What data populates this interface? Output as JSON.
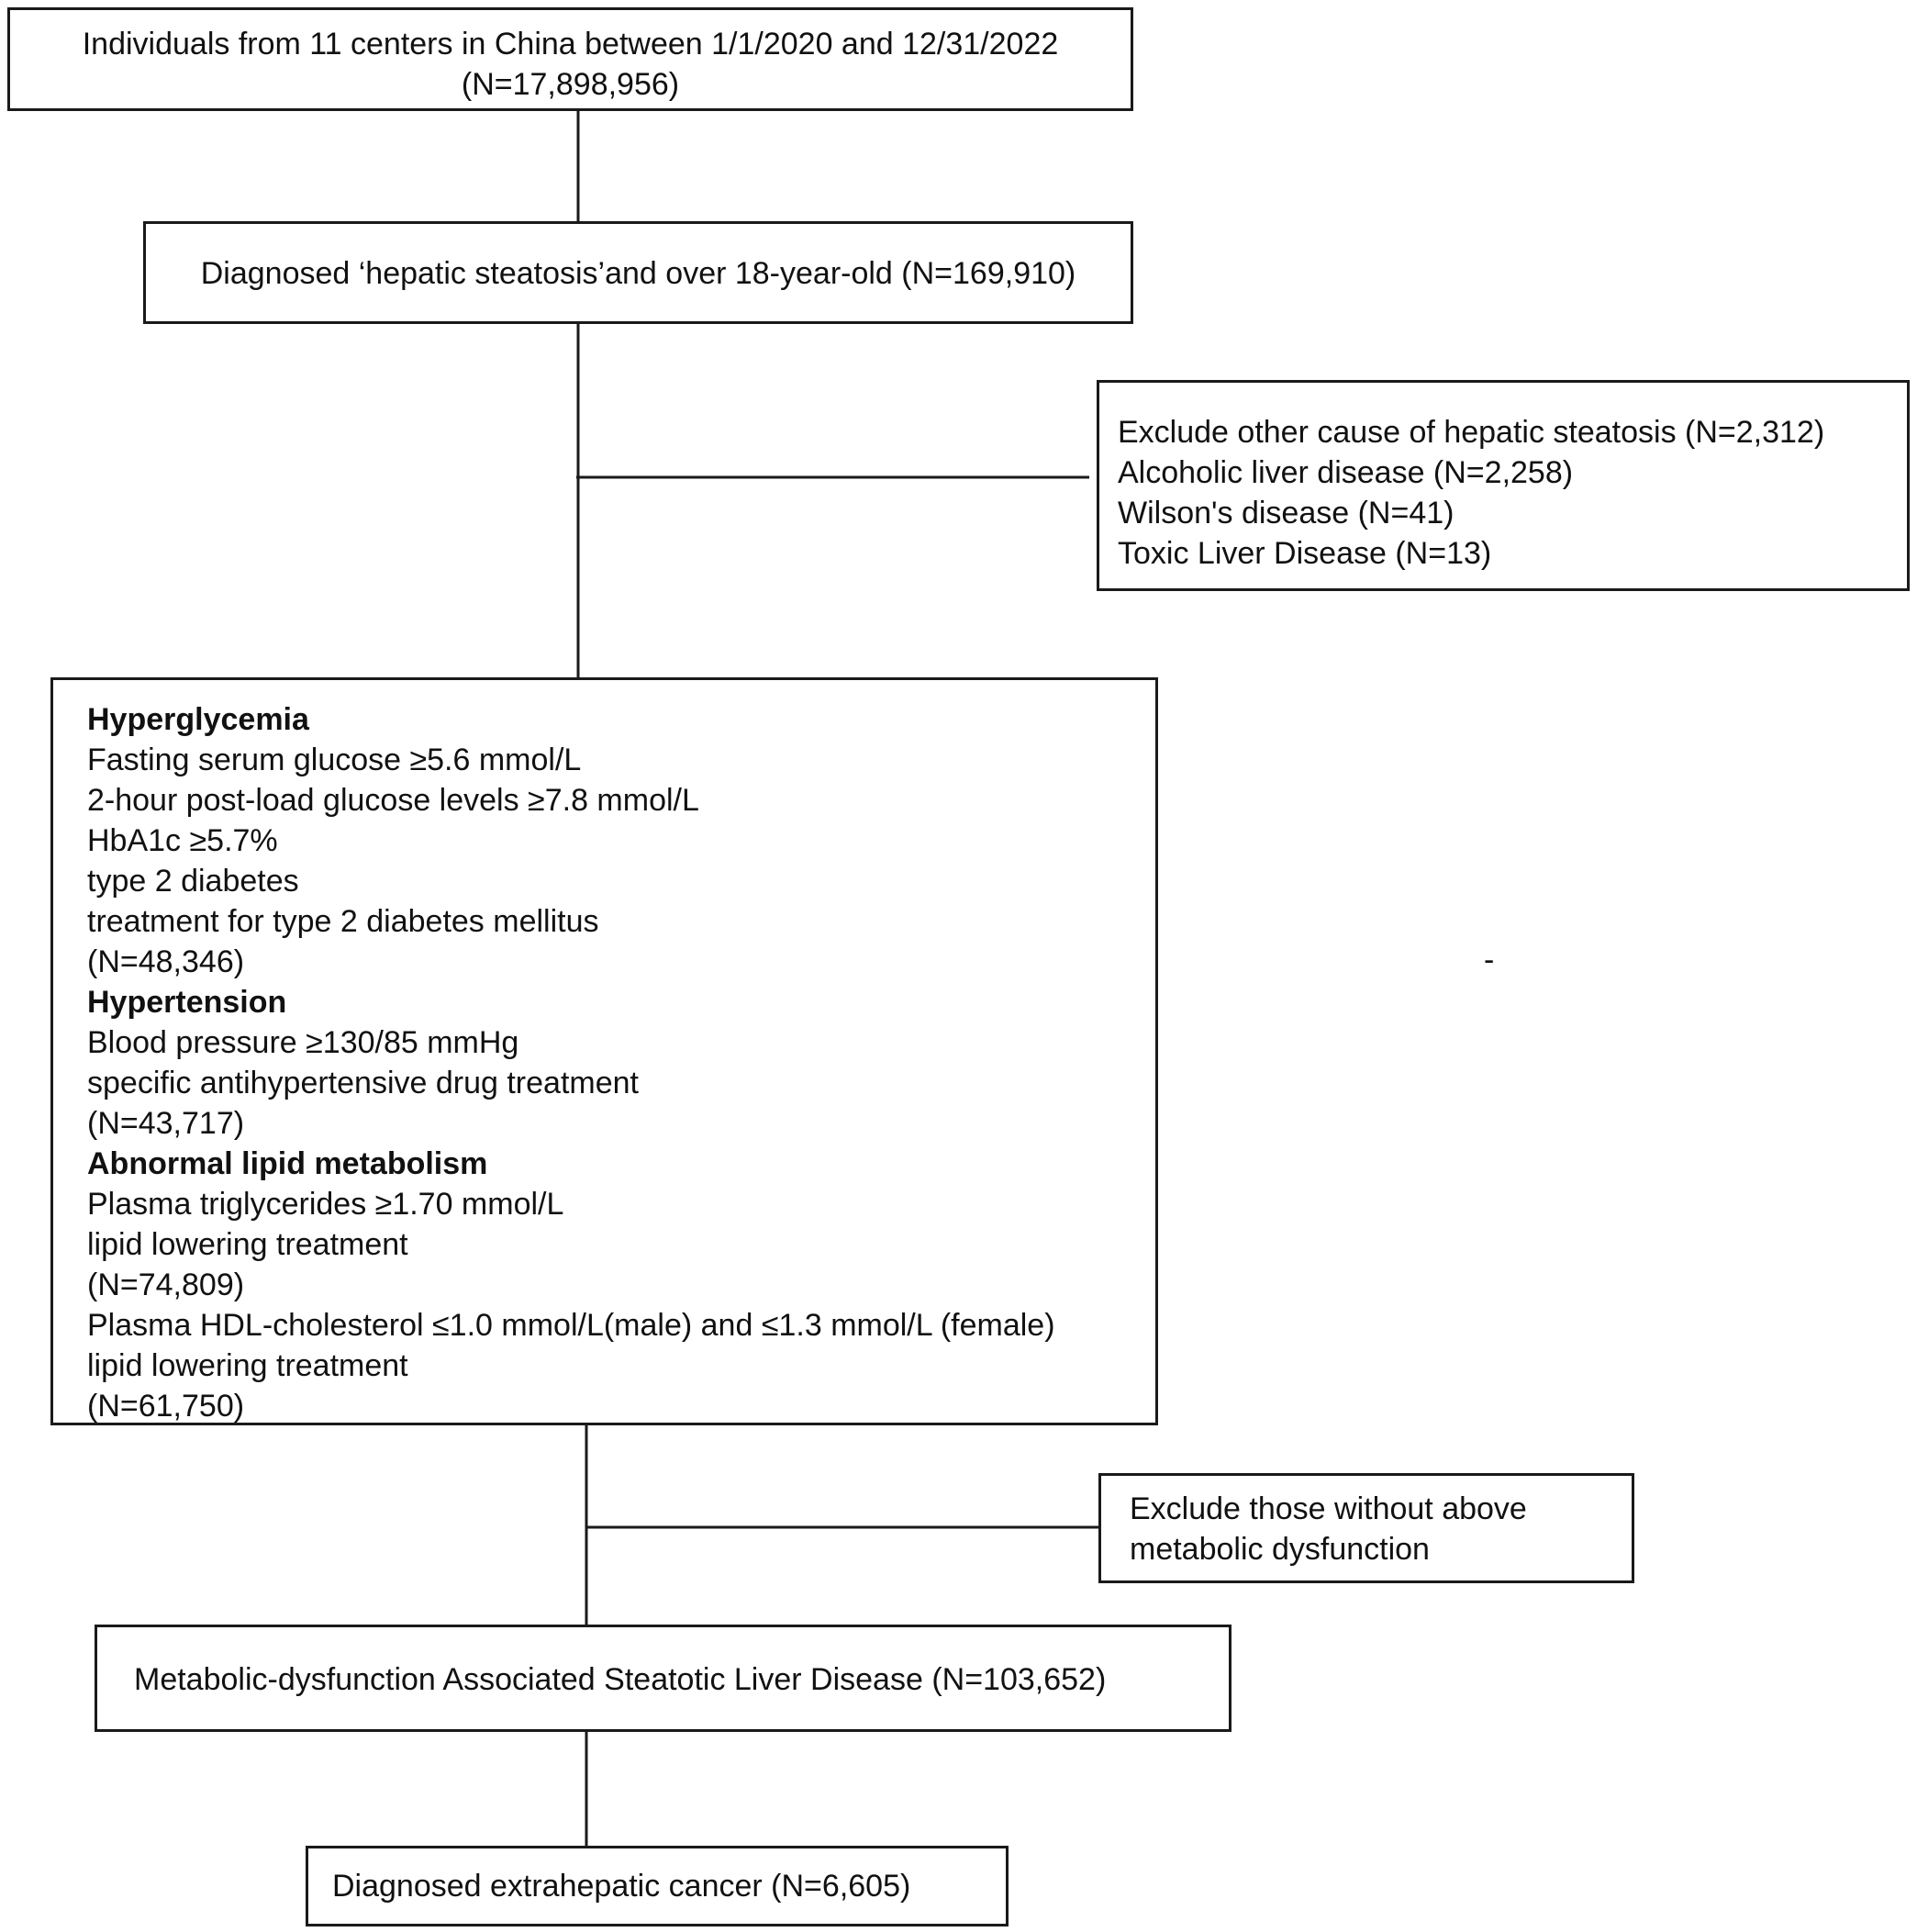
{
  "box1": {
    "line1": "Individuals from 11 centers in China between 1/1/2020 and 12/31/2022",
    "line2": "(N=17,898,956)"
  },
  "box2": {
    "text": "Diagnosed ‘hepatic steatosis’and over 18-year-old (N=169,910)"
  },
  "exclude1": {
    "title": "Exclude other cause of hepatic steatosis (N=2,312)",
    "items": [
      "Alcoholic liver disease (N=2,258)",
      "Wilson's disease (N=41)",
      "Toxic Liver Disease (N=13)"
    ]
  },
  "criteria": {
    "hyperglycemia": {
      "heading": "Hyperglycemia",
      "lines": [
        "Fasting serum glucose ≥5.6 mmol/L",
        "2-hour post-load glucose levels ≥7.8 mmol/L",
        "HbA1c ≥5.7%",
        "type 2 diabetes",
        "treatment for type 2 diabetes mellitus",
        "(N=48,346)"
      ]
    },
    "hypertension": {
      "heading": "Hypertension",
      "lines": [
        "Blood pressure ≥130/85 mmHg",
        "specific antihypertensive drug treatment",
        "(N=43,717)"
      ]
    },
    "lipid": {
      "heading": "Abnormal lipid metabolism",
      "lines": [
        "Plasma triglycerides ≥1.70 mmol/L",
        "lipid lowering treatment",
        "(N=74,809)",
        "Plasma HDL-cholesterol ≤1.0 mmol/L(male) and ≤1.3 mmol/L (female)",
        "lipid lowering treatment",
        "(N=61,750)"
      ]
    }
  },
  "stray_mark": "-",
  "exclude2": {
    "line1": "Exclude those without above",
    "line2": "metabolic dysfunction"
  },
  "box_masld": {
    "text": "Metabolic-dysfunction Associated Steatotic Liver Disease (N=103,652)"
  },
  "box_cancer": {
    "text": "Diagnosed extrahepatic cancer (N=6,605)"
  },
  "colors": {
    "line": "#1a1a1a",
    "text": "#111111",
    "background": "#ffffff"
  }
}
